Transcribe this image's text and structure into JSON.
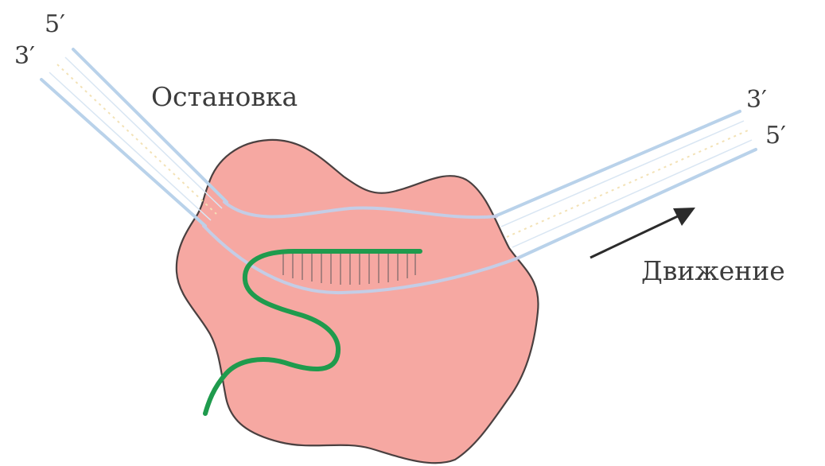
{
  "labels": {
    "stop": "Остановка",
    "movement": "Движение",
    "left_strand_top_end": "5′",
    "left_strand_bottom_end": "3′",
    "right_strand_top_end": "3′",
    "right_strand_bottom_end": "5′"
  },
  "colors": {
    "enzyme_fill": "#f6a8a2",
    "enzyme_outline": "#4a4040",
    "dna_strand": "#b9d2ea",
    "dna_inside_enzyme": "#c4cde6",
    "base_pairs": "#f3e2b6",
    "rna": "#1f9b4d",
    "hybrid_ticks": "#8a6e6e",
    "arrow": "#2b2b2b",
    "text": "#3c3c3c"
  }
}
